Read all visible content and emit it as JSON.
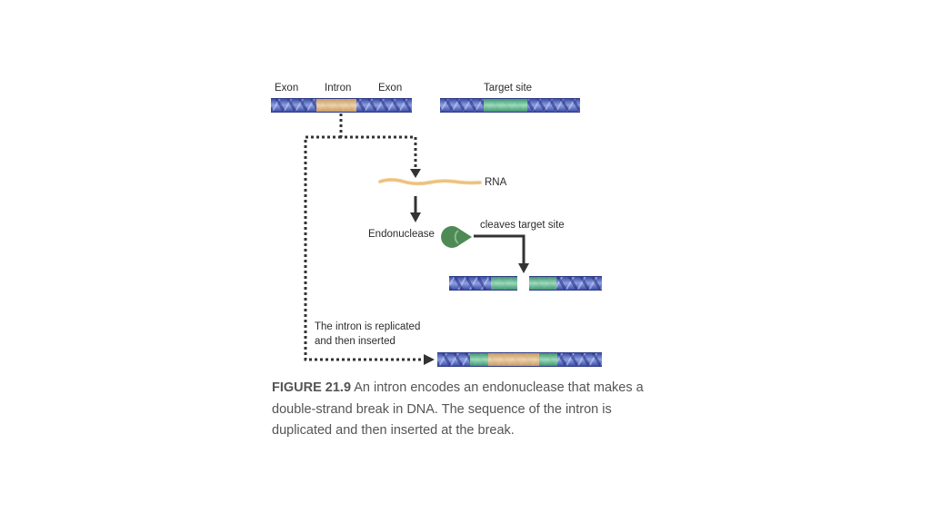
{
  "labels": {
    "exon_left": "Exon",
    "intron": "Intron",
    "exon_right": "Exon",
    "target_site": "Target site",
    "rna": "RNA",
    "endonuclease": "Endonuclease",
    "cleaves": "cleaves target site",
    "replicated_line1": "The intron is replicated",
    "replicated_line2": "and then inserted"
  },
  "caption": {
    "figure_number": "FIGURE 21.9",
    "text": " An intron encodes an endonuclease that makes a double-strand break in DNA. The sequence of the intron is duplicated and then inserted at the break."
  },
  "colors": {
    "dna_blue": "#5b6fc4",
    "intron_orange": "#e8b878",
    "target_green": "#5fbf8a",
    "rna": "#f2cc8f",
    "endonuclease": "#4e8a55",
    "arrow": "#333333"
  }
}
